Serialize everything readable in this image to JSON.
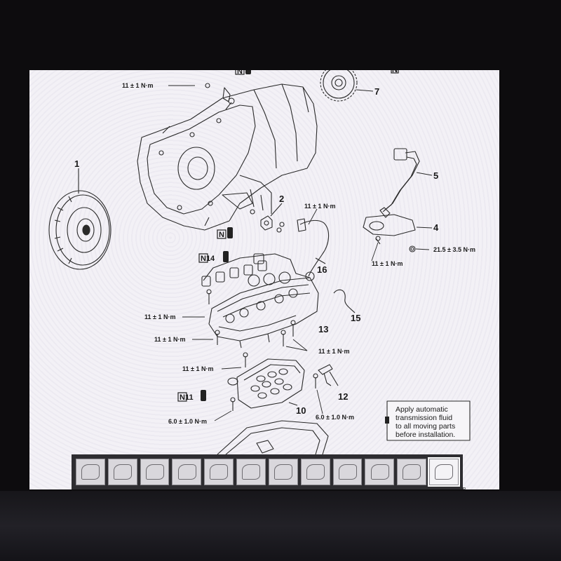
{
  "torques": {
    "t_top": "11 ± 1 N·m",
    "t_solenoid": "11 ± 1 N·m",
    "t_valve_left": "11 ± 1 N·m",
    "t_body_bolt": "11 ± 1 N·m",
    "t_pair": "11 ± 1 N·m",
    "t_filter": "11 ± 1 N·m",
    "t_drain": "6.0 ± 1.0 N·m",
    "t_bracket": "6.0 ± 1.0 N·m",
    "t_harness": "11 ± 1 N·m",
    "t_nut": "21.5 ± 3.5 N·m"
  },
  "callouts": {
    "c1": "1",
    "c2": "2",
    "c4": "4",
    "c5": "5",
    "c7": "7",
    "c10": "10",
    "c12": "12",
    "c13": "13",
    "c15": "15",
    "c16": "16"
  },
  "badges": {
    "n_solenoid": "N",
    "n14": "N14",
    "n11": "N11",
    "n_top": "N",
    "n_top_right": "N"
  },
  "note": {
    "line1": "Apply automatic",
    "line2": "transmission fluid",
    "line3": "to all moving parts",
    "line4": "before installation."
  },
  "footer": {
    "code": "AB"
  },
  "thumbnails": {
    "count": 12,
    "active_index": 11
  }
}
